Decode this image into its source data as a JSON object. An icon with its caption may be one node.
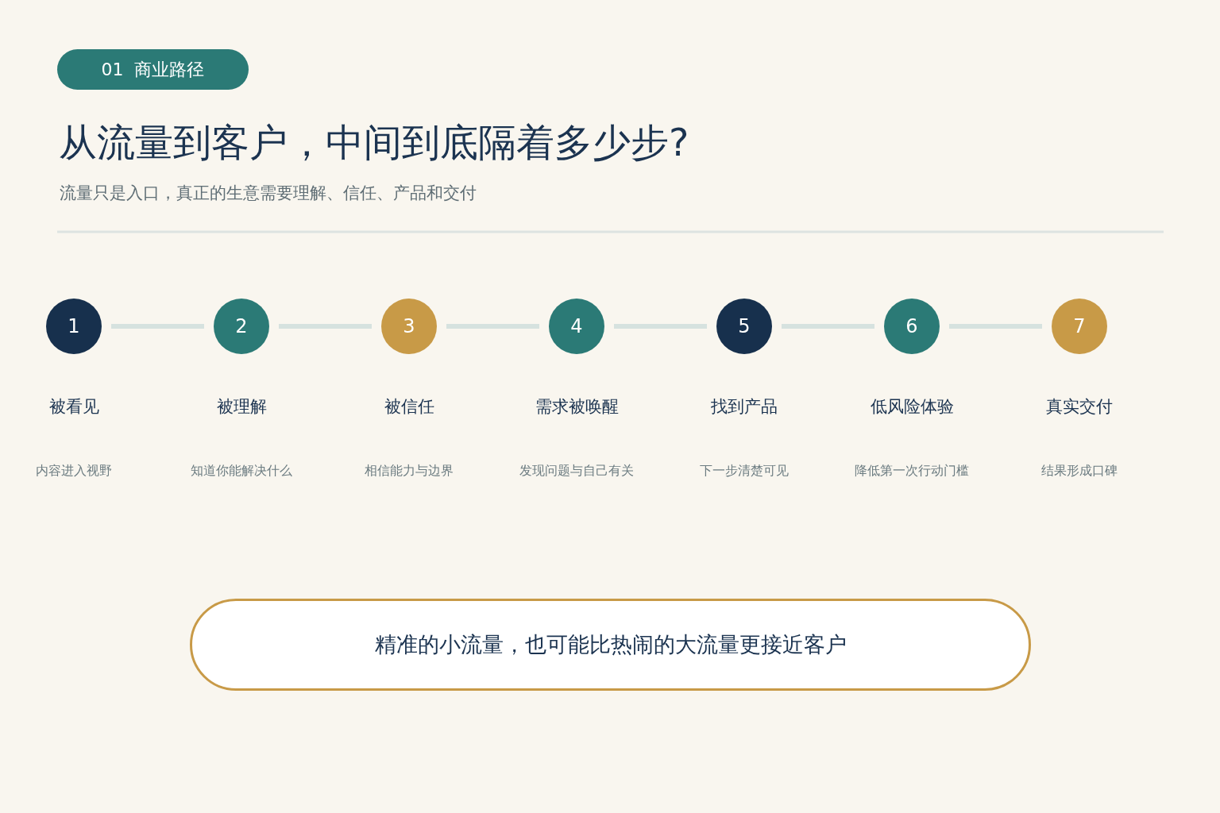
{
  "diagram": {
    "title": "从流量到客户，中间到底隔着多少步?",
    "nodes": [
      {
        "text": [
          "01  商业路径"
        ]
      },
      {
        "text": [
          "1"
        ],
        "beside": [
          "被看见",
          "内容进入视野"
        ]
      },
      {
        "text": [
          "2"
        ],
        "beside": [
          "被理解",
          "知道你能解决什么"
        ]
      },
      {
        "text": [
          "3"
        ],
        "beside": [
          "被信任",
          "相信能力与边界"
        ]
      },
      {
        "text": [
          "4"
        ],
        "beside": [
          "需求被唤醒",
          "发现问题与自己有关"
        ]
      },
      {
        "text": [
          "5"
        ],
        "beside": [
          "找到产品",
          "下一步清楚可见"
        ]
      },
      {
        "text": [
          "6"
        ],
        "beside": [
          "低风险体验",
          "降低第一次行动门槛"
        ]
      },
      {
        "text": [
          "7"
        ],
        "beside": [
          "真实交付",
          "结果形成口碑"
        ]
      },
      {
        "text": [
          "精准的小流量，也可能比热闹的大流量更接近客户"
        ]
      }
    ],
    "edges": [
      {
        "from": 1,
        "to": 2,
        "arrow": "none"
      },
      {
        "from": 2,
        "to": 3,
        "arrow": "none"
      },
      {
        "from": 3,
        "to": 4,
        "arrow": "none"
      },
      {
        "from": 4,
        "to": 5,
        "arrow": "none"
      },
      {
        "from": 5,
        "to": 6,
        "arrow": "none"
      },
      {
        "from": 6,
        "to": 7,
        "arrow": "none"
      }
    ],
    "labels": [
      "流量只是入口，真正的生意需要理解、信任、产品和交付"
    ]
  }
}
